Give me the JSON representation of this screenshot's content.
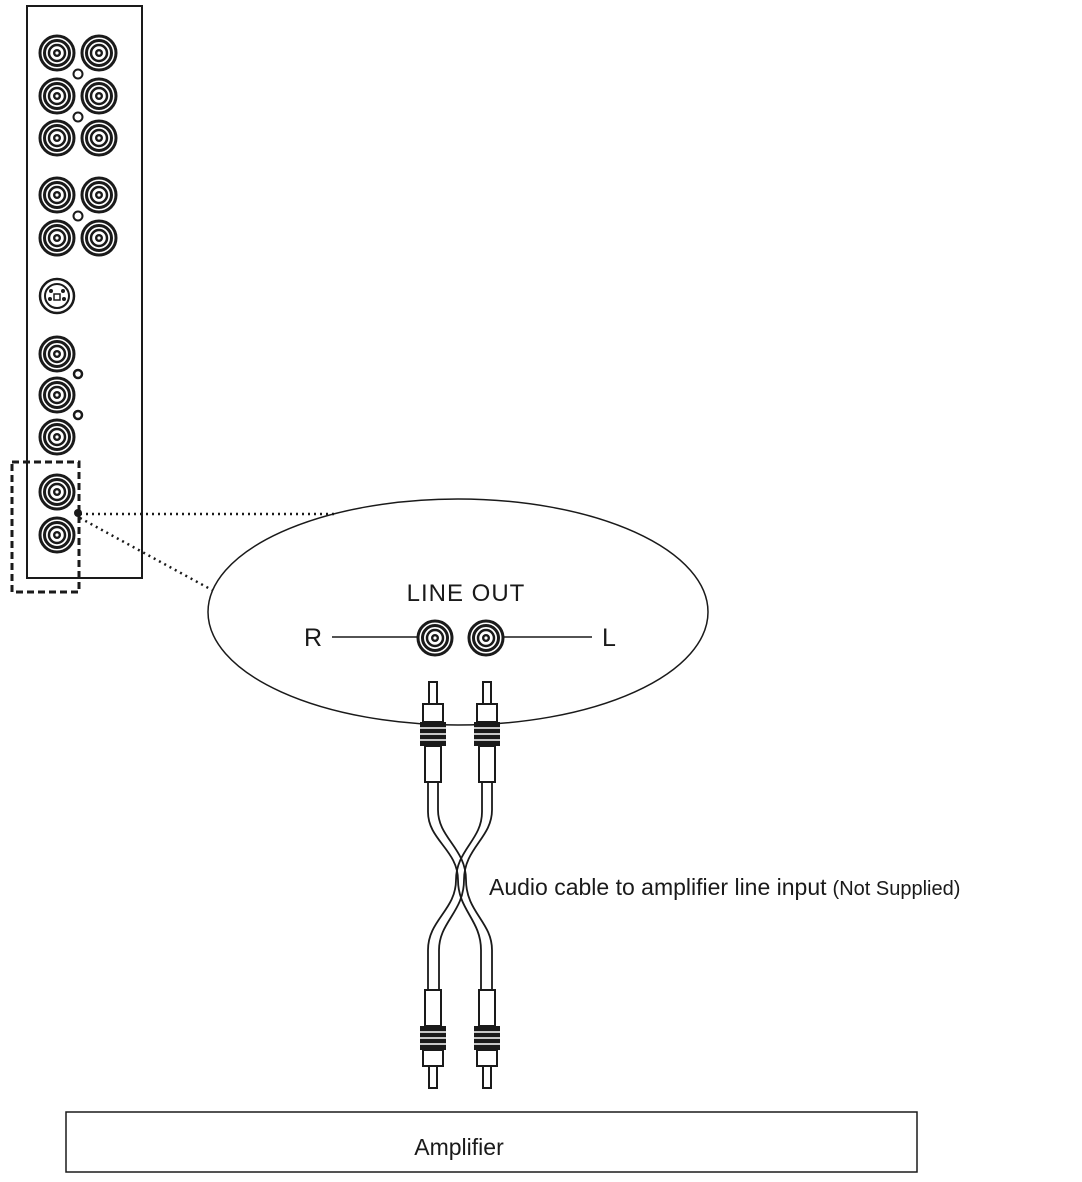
{
  "diagram": {
    "zoom_title": "LINE OUT",
    "right_label": "R",
    "left_label": "L",
    "cable_label": "Audio cable to amplifier line input",
    "cable_note": "(Not Supplied)",
    "amplifier_label": "Amplifier"
  },
  "colors": {
    "line": "#1a1a1a",
    "background": "#ffffff"
  }
}
